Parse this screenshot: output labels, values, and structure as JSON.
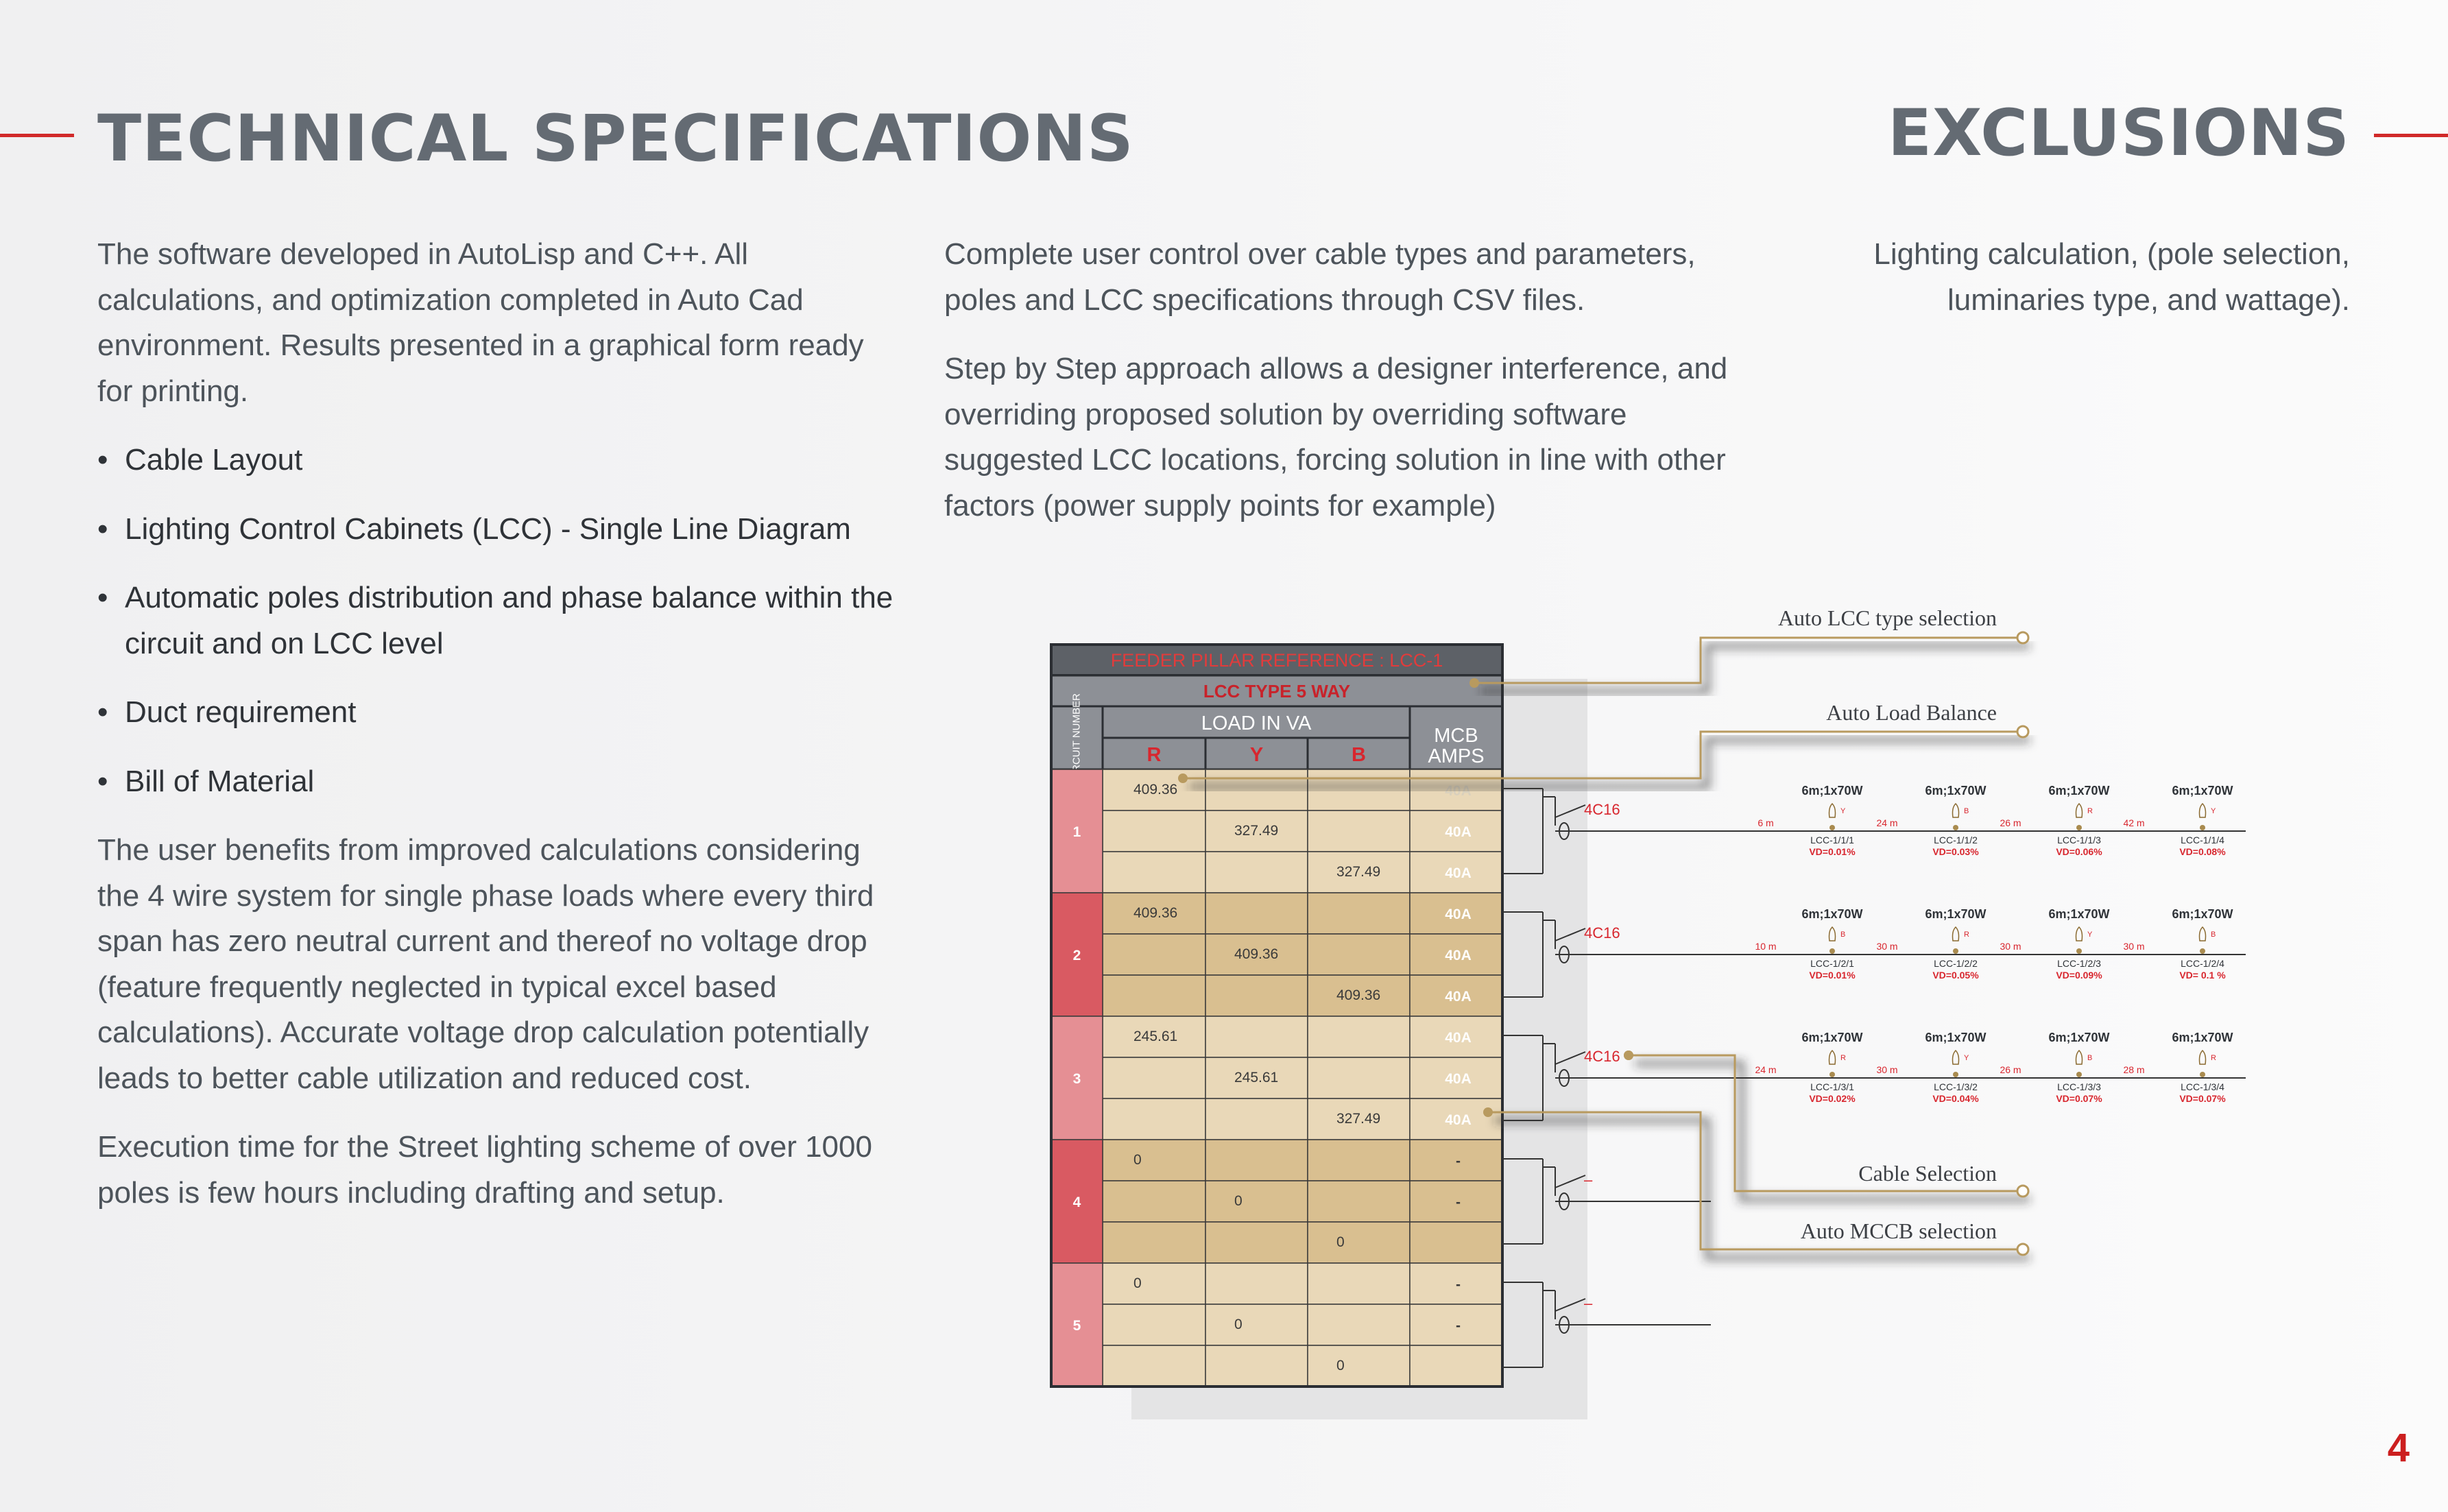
{
  "left_heading": "TECHNICAL SPECIFICATIONS",
  "right_heading": "EXCLUSIONS",
  "col1": {
    "intro": "The software developed in AutoLisp and C++.  All calculations, and optimization completed in Auto Cad environment. Results presented in a graphical form ready for printing.",
    "bullets": [
      "Cable Layout",
      "Lighting Control Cabinets (LCC) - Single Line Diagram",
      "Automatic poles distribution and phase balance within the circuit and on LCC level",
      "Duct requirement",
      "Bill of Material"
    ],
    "benefits": "The user benefits from improved calculations considering the 4 wire system for single phase loads where every third span has zero neutral current and thereof no voltage drop (feature frequently neglected in typical excel based calculations). Accurate voltage drop calculation potentially leads to better cable utilization and reduced cost.",
    "execution": "Execution time for the Street lighting scheme of over 1000 poles is few hours including drafting and setup."
  },
  "col2": {
    "p1": "Complete user control over cable types and parameters, poles and LCC specifications through CSV files.",
    "p2": "Step by Step approach allows a designer interference, and overriding proposed solution by overriding software suggested LCC locations, forcing solution in line with other factors (power supply points for example)"
  },
  "col3": {
    "p1": "Lighting calculation, (pole selection, luminaries type, and wattage)."
  },
  "page_number": "4",
  "diagram": {
    "feeder_title": "FEEDER PILLAR REFERENCE : LCC-1",
    "lcc_type": "LCC TYPE 5 WAY",
    "circuit_header": "CIRCUIT NUMBER",
    "load_header": "LOAD IN VA",
    "phases": [
      "R",
      "Y",
      "B"
    ],
    "mcb_header": "MCB AMPS",
    "rows": [
      {
        "circuit": "1",
        "r": "409.36",
        "y": "",
        "b": "",
        "mcb": "40A"
      },
      {
        "circuit": "",
        "r": "",
        "y": "327.49",
        "b": "",
        "mcb": "40A"
      },
      {
        "circuit": "",
        "r": "",
        "y": "",
        "b": "327.49",
        "mcb": "40A"
      },
      {
        "circuit": "2",
        "r": "409.36",
        "y": "",
        "b": "",
        "mcb": "40A"
      },
      {
        "circuit": "",
        "r": "",
        "y": "409.36",
        "b": "",
        "mcb": "40A"
      },
      {
        "circuit": "",
        "r": "",
        "y": "",
        "b": "409.36",
        "mcb": "40A"
      },
      {
        "circuit": "3",
        "r": "245.61",
        "y": "",
        "b": "",
        "mcb": "40A"
      },
      {
        "circuit": "",
        "r": "",
        "y": "245.61",
        "b": "",
        "mcb": "40A"
      },
      {
        "circuit": "",
        "r": "",
        "y": "",
        "b": "327.49",
        "mcb": "40A"
      },
      {
        "circuit": "4",
        "r": "0",
        "y": "",
        "b": "",
        "mcb": "-"
      },
      {
        "circuit": "",
        "r": "",
        "y": "0",
        "b": "",
        "mcb": "-"
      },
      {
        "circuit": "",
        "r": "",
        "y": "",
        "b": "0",
        "mcb": ""
      },
      {
        "circuit": "5",
        "r": "0",
        "y": "",
        "b": "",
        "mcb": "-"
      },
      {
        "circuit": "",
        "r": "",
        "y": "0",
        "b": "",
        "mcb": "-"
      },
      {
        "circuit": "",
        "r": "",
        "y": "",
        "b": "0",
        "mcb": ""
      }
    ],
    "cables": [
      "4C16",
      "4C16",
      "4C16",
      "–",
      "–"
    ],
    "circuits": [
      {
        "poles": [
          {
            "lamp": "6m;1x70W",
            "phase": "Y",
            "id": "LCC-1/1/1",
            "vd": "VD=0.01%"
          },
          {
            "lamp": "6m;1x70W",
            "phase": "B",
            "id": "LCC-1/1/2",
            "vd": "VD=0.03%"
          },
          {
            "lamp": "6m;1x70W",
            "phase": "R",
            "id": "LCC-1/1/3",
            "vd": "VD=0.06%"
          },
          {
            "lamp": "6m;1x70W",
            "phase": "Y",
            "id": "LCC-1/1/4",
            "vd": "VD=0.08%"
          }
        ],
        "spans": [
          "6 m",
          "24 m",
          "26 m",
          "42 m"
        ]
      },
      {
        "poles": [
          {
            "lamp": "6m;1x70W",
            "phase": "B",
            "id": "LCC-1/2/1",
            "vd": "VD=0.01%"
          },
          {
            "lamp": "6m;1x70W",
            "phase": "R",
            "id": "LCC-1/2/2",
            "vd": "VD=0.05%"
          },
          {
            "lamp": "6m;1x70W",
            "phase": "Y",
            "id": "LCC-1/2/3",
            "vd": "VD=0.09%"
          },
          {
            "lamp": "6m;1x70W",
            "phase": "B",
            "id": "LCC-1/2/4",
            "vd": "VD= 0.1 %"
          }
        ],
        "spans": [
          "10 m",
          "30 m",
          "30 m",
          "30 m"
        ]
      },
      {
        "poles": [
          {
            "lamp": "6m;1x70W",
            "phase": "R",
            "id": "LCC-1/3/1",
            "vd": "VD=0.02%"
          },
          {
            "lamp": "6m;1x70W",
            "phase": "Y",
            "id": "LCC-1/3/2",
            "vd": "VD=0.04%"
          },
          {
            "lamp": "6m;1x70W",
            "phase": "B",
            "id": "LCC-1/3/3",
            "vd": "VD=0.07%"
          },
          {
            "lamp": "6m;1x70W",
            "phase": "R",
            "id": "LCC-1/3/4",
            "vd": "VD=0.07%"
          }
        ],
        "spans": [
          "24 m",
          "30 m",
          "26 m",
          "28 m"
        ]
      }
    ],
    "callouts": [
      "Auto LCC type selection",
      "Auto Load Balance",
      "Cable Selection",
      "Auto MCCB selection"
    ]
  },
  "colors": {
    "accent_red": "#d12a2a",
    "heading_gray": "#646b73",
    "callout_gold": "#b89a5f",
    "cell_light": "#e9d8b8",
    "cell_dark": "#d9bf90",
    "circuit_pink": "#e58f94",
    "circuit_red": "#d95a62"
  }
}
